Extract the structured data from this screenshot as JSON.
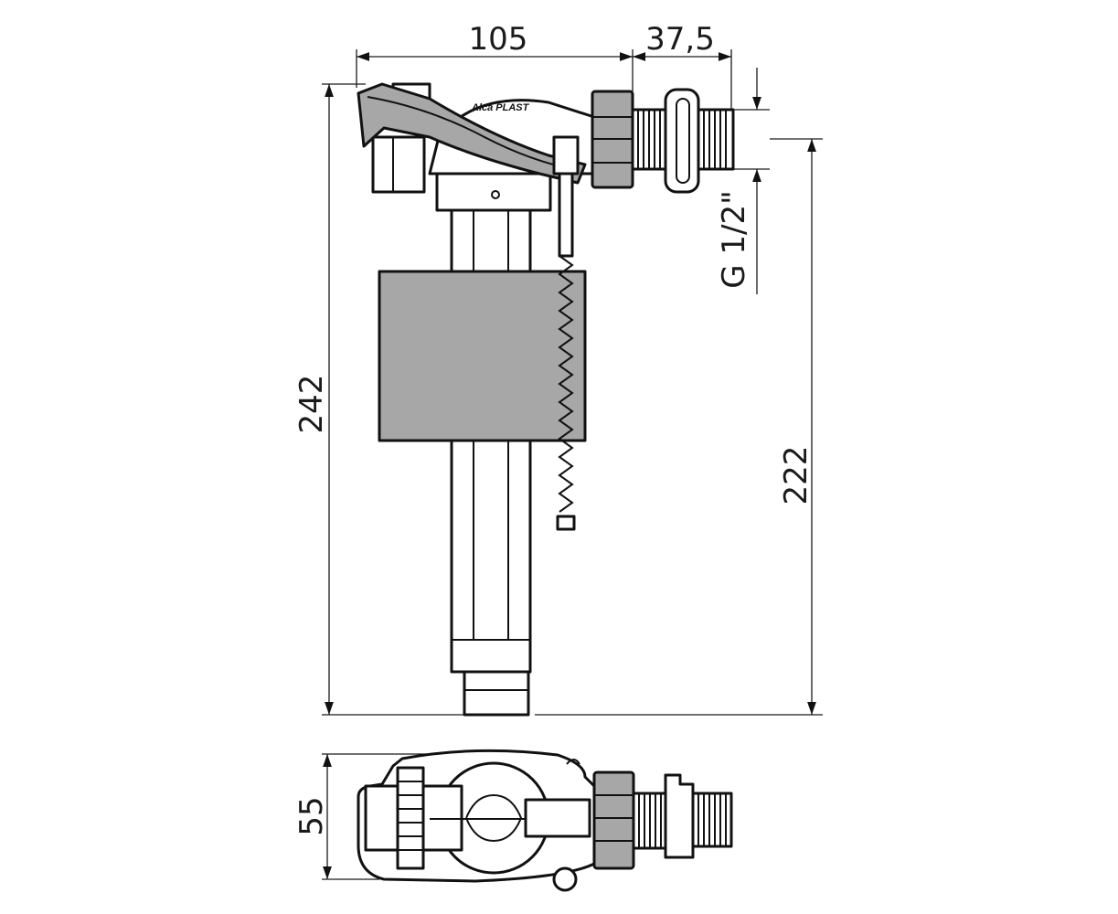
{
  "title": "Side-inlet fill valve dimension drawing",
  "brand_logo": "Alca PLAST",
  "dimensions": {
    "width_body": "105",
    "width_inlet": "37,5",
    "thread": "G 1/2\"",
    "total_height": "242",
    "inlet_height": "222",
    "depth": "55"
  },
  "colors": {
    "line": "#111111",
    "fill_gray": "#a7a7a7",
    "background": "#ffffff"
  }
}
